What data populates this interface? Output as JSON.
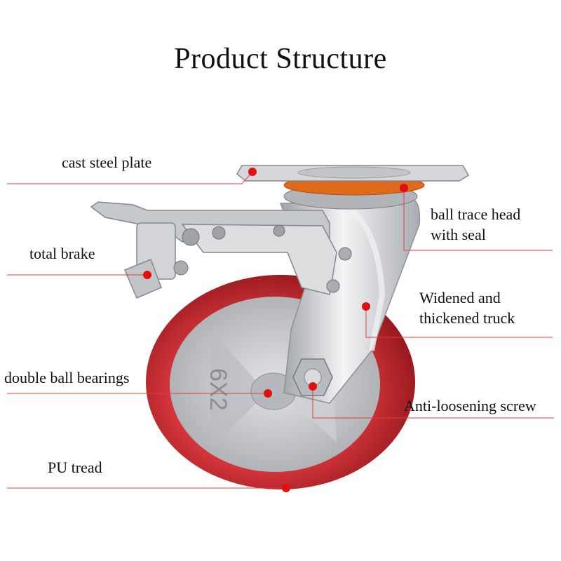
{
  "title": "Product Structure",
  "labels": {
    "cast_steel_plate": "cast steel plate",
    "ball_trace_head_line1": "ball trace head",
    "ball_trace_head_line2": "with seal",
    "total_brake": "total brake",
    "widened_truck_line1": "Widened and",
    "widened_truck_line2": "thickened truck",
    "double_ball_bearings": "double ball bearings",
    "anti_loosening_screw": "Anti-loosening screw",
    "pu_tread": "PU tread",
    "wheel_marking": "6X2"
  },
  "colors": {
    "pu_tread": "#c0262a",
    "leader_line": "#e53b3b",
    "marker_dot": "#e01010",
    "swivel_orange": "#e06a1c",
    "steel": "#c9ccd0"
  }
}
